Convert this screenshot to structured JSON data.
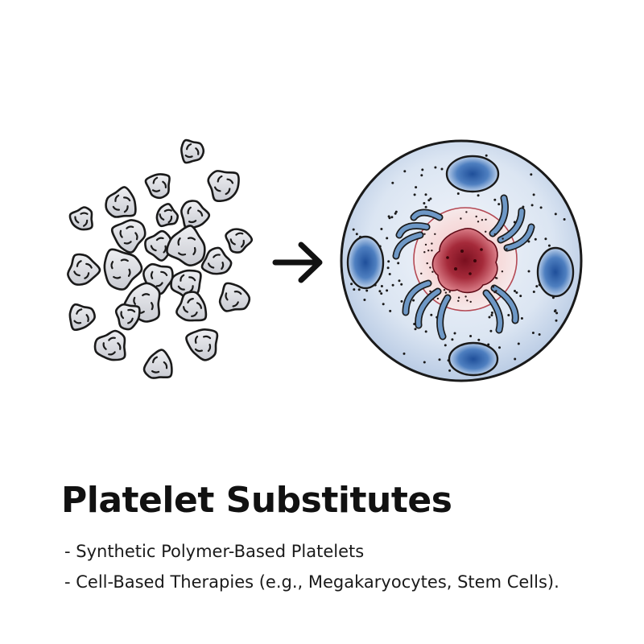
{
  "title": "Platelet Substitutes",
  "bullets": [
    "- Synthetic Polymer-Based Platelets",
    "- Cell-Based Therapies (e.g., Megakaryocytes, Stem Cells)."
  ],
  "icons": {
    "cluster": "platelet-cluster-icon",
    "arrow": "arrow-right-icon",
    "cell": "megakaryocyte-cell-icon"
  },
  "colors": {
    "platelet_fill": "#d9dadf",
    "outline": "#1a1a1a",
    "cell_fill": "#dde6f3",
    "nucleus_red": "#9e1a2c",
    "vesicle_blue": "#2f5aa0",
    "chromosome_blue": "#5b88b8"
  }
}
